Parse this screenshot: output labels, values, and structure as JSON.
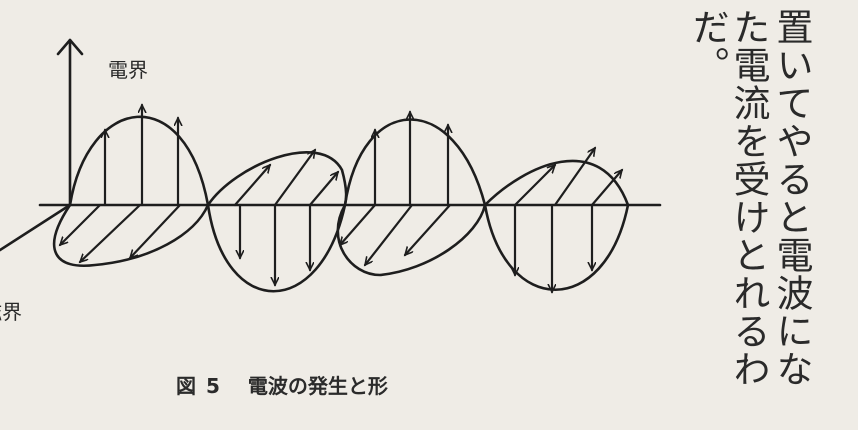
{
  "figure": {
    "electric_field_label": "電界",
    "magnetic_field_label": "磁界",
    "caption_prefix": "図",
    "caption_number": "5",
    "caption_title": "電波の発生と形"
  },
  "body_text": {
    "columns": [
      "置いてやると電波にな",
      "た電流を受けとれるわ",
      "だ。"
    ]
  }
}
